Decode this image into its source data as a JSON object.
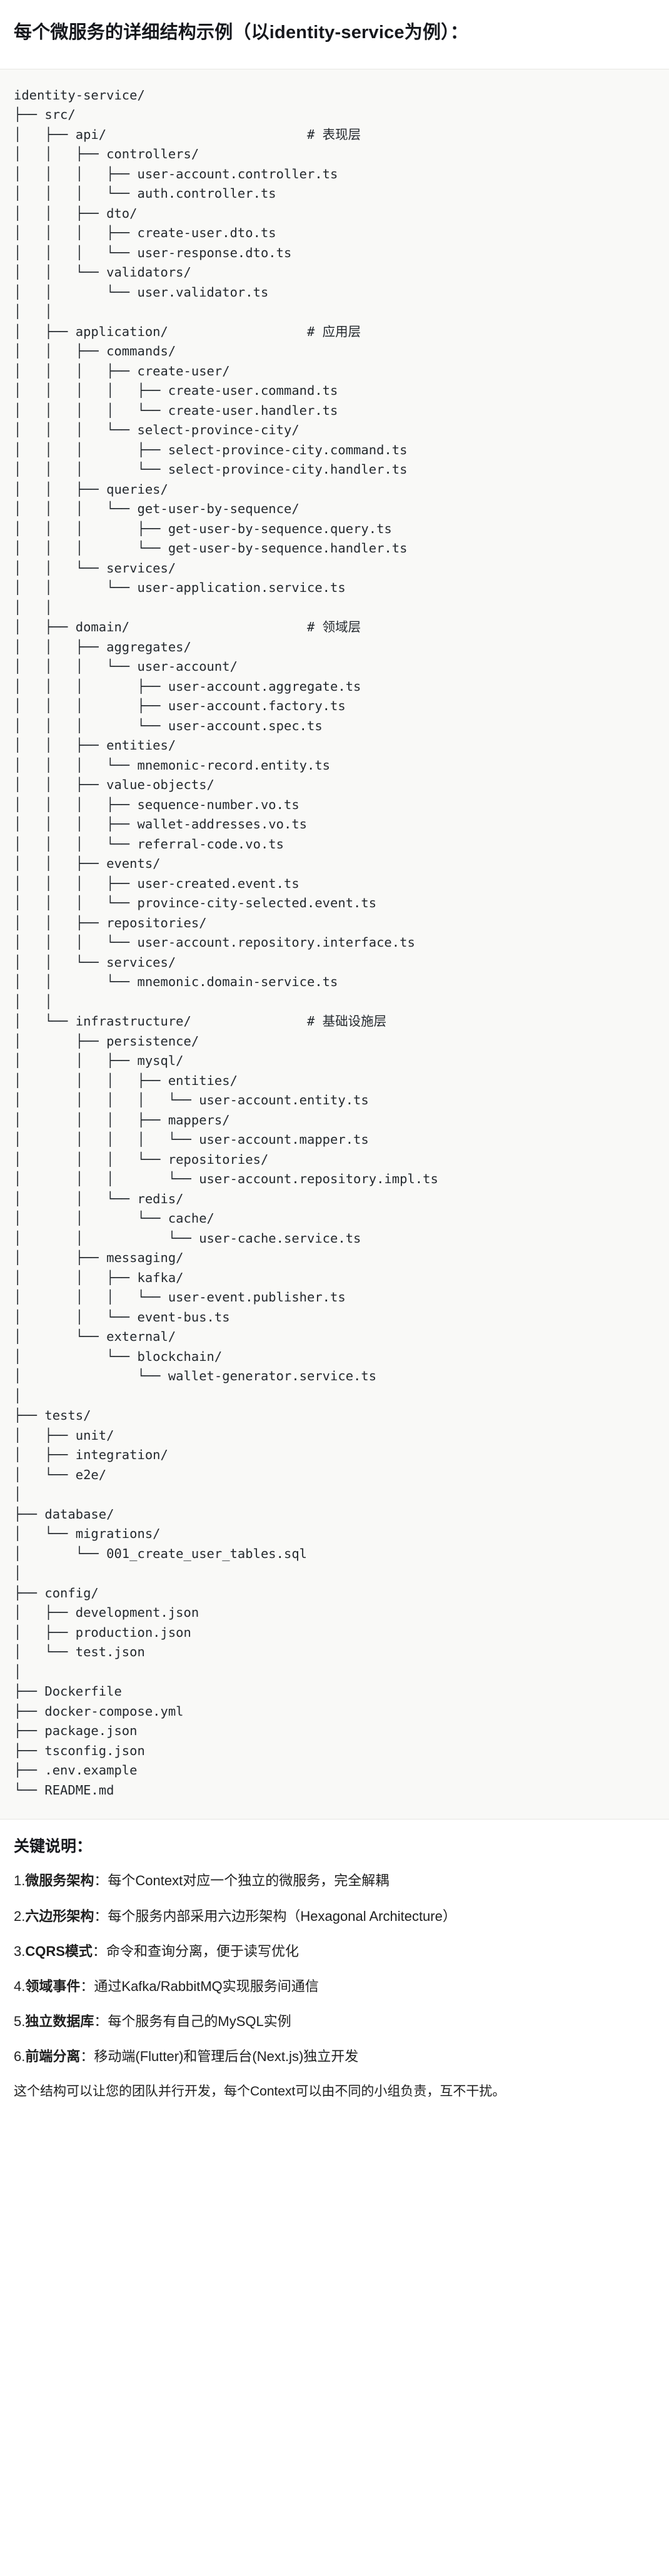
{
  "document": {
    "title": "每个微服务的详细结构示例（以identity-service为例）："
  },
  "code_block": {
    "language": "text",
    "lines": [
      "identity-service/",
      "├── src/",
      "│   ├── api/                          # 表现层",
      "│   │   ├── controllers/",
      "│   │   │   ├── user-account.controller.ts",
      "│   │   │   └── auth.controller.ts",
      "│   │   ├── dto/",
      "│   │   │   ├── create-user.dto.ts",
      "│   │   │   └── user-response.dto.ts",
      "│   │   └── validators/",
      "│   │       └── user.validator.ts",
      "│   │",
      "│   ├── application/                  # 应用层",
      "│   │   ├── commands/",
      "│   │   │   ├── create-user/",
      "│   │   │   │   ├── create-user.command.ts",
      "│   │   │   │   └── create-user.handler.ts",
      "│   │   │   └── select-province-city/",
      "│   │   │       ├── select-province-city.command.ts",
      "│   │   │       └── select-province-city.handler.ts",
      "│   │   ├── queries/",
      "│   │   │   └── get-user-by-sequence/",
      "│   │   │       ├── get-user-by-sequence.query.ts",
      "│   │   │       └── get-user-by-sequence.handler.ts",
      "│   │   └── services/",
      "│   │       └── user-application.service.ts",
      "│   │",
      "│   ├── domain/                       # 领域层",
      "│   │   ├── aggregates/",
      "│   │   │   └── user-account/",
      "│   │   │       ├── user-account.aggregate.ts",
      "│   │   │       ├── user-account.factory.ts",
      "│   │   │       └── user-account.spec.ts",
      "│   │   ├── entities/",
      "│   │   │   └── mnemonic-record.entity.ts",
      "│   │   ├── value-objects/",
      "│   │   │   ├── sequence-number.vo.ts",
      "│   │   │   ├── wallet-addresses.vo.ts",
      "│   │   │   └── referral-code.vo.ts",
      "│   │   ├── events/",
      "│   │   │   ├── user-created.event.ts",
      "│   │   │   └── province-city-selected.event.ts",
      "│   │   ├── repositories/",
      "│   │   │   └── user-account.repository.interface.ts",
      "│   │   └── services/",
      "│   │       └── mnemonic.domain-service.ts",
      "│   │",
      "│   └── infrastructure/               # 基础设施层",
      "│       ├── persistence/",
      "│       │   ├── mysql/",
      "│       │   │   ├── entities/",
      "│       │   │   │   └── user-account.entity.ts",
      "│       │   │   ├── mappers/",
      "│       │   │   │   └── user-account.mapper.ts",
      "│       │   │   └── repositories/",
      "│       │   │       └── user-account.repository.impl.ts",
      "│       │   └── redis/",
      "│       │       └── cache/",
      "│       │           └── user-cache.service.ts",
      "│       ├── messaging/",
      "│       │   ├── kafka/",
      "│       │   │   └── user-event.publisher.ts",
      "│       │   └── event-bus.ts",
      "│       └── external/",
      "│           └── blockchain/",
      "│               └── wallet-generator.service.ts",
      "│",
      "├── tests/",
      "│   ├── unit/",
      "│   ├── integration/",
      "│   └── e2e/",
      "│",
      "├── database/",
      "│   └── migrations/",
      "│       └── 001_create_user_tables.sql",
      "│",
      "├── config/",
      "│   ├── development.json",
      "│   ├── production.json",
      "│   └── test.json",
      "│",
      "├── Dockerfile",
      "├── docker-compose.yml",
      "├── package.json",
      "├── tsconfig.json",
      "├── .env.example",
      "└── README.md"
    ]
  },
  "notes": {
    "heading": "关键说明：",
    "items": [
      {
        "num": "1.",
        "term": "微服务架构",
        "sep": "：",
        "desc": "每个Context对应一个独立的微服务，完全解耦"
      },
      {
        "num": "2.",
        "term": "六边形架构",
        "sep": "：",
        "desc": "每个服务内部采用六边形架构（Hexagonal Architecture）"
      },
      {
        "num": "3.",
        "term": "CQRS模式",
        "sep": "：",
        "desc": "命令和查询分离，便于读写优化"
      },
      {
        "num": "4.",
        "term": "领域事件",
        "sep": "：",
        "desc": "通过Kafka/RabbitMQ实现服务间通信"
      },
      {
        "num": "5.",
        "term": "独立数据库",
        "sep": "：",
        "desc": "每个服务有自己的MySQL实例"
      },
      {
        "num": "6.",
        "term": "前端分离",
        "sep": "：",
        "desc": "移动端(Flutter)和管理后台(Next.js)独立开发"
      }
    ],
    "footer": "这个结构可以让您的团队并行开发，每个Context可以由不同的小组负责，互不干扰。"
  },
  "colors": {
    "code_background": "#f9f9f7",
    "code_border": "#e7e7e3",
    "text": "#1f1f1f",
    "page_background": "#ffffff"
  }
}
